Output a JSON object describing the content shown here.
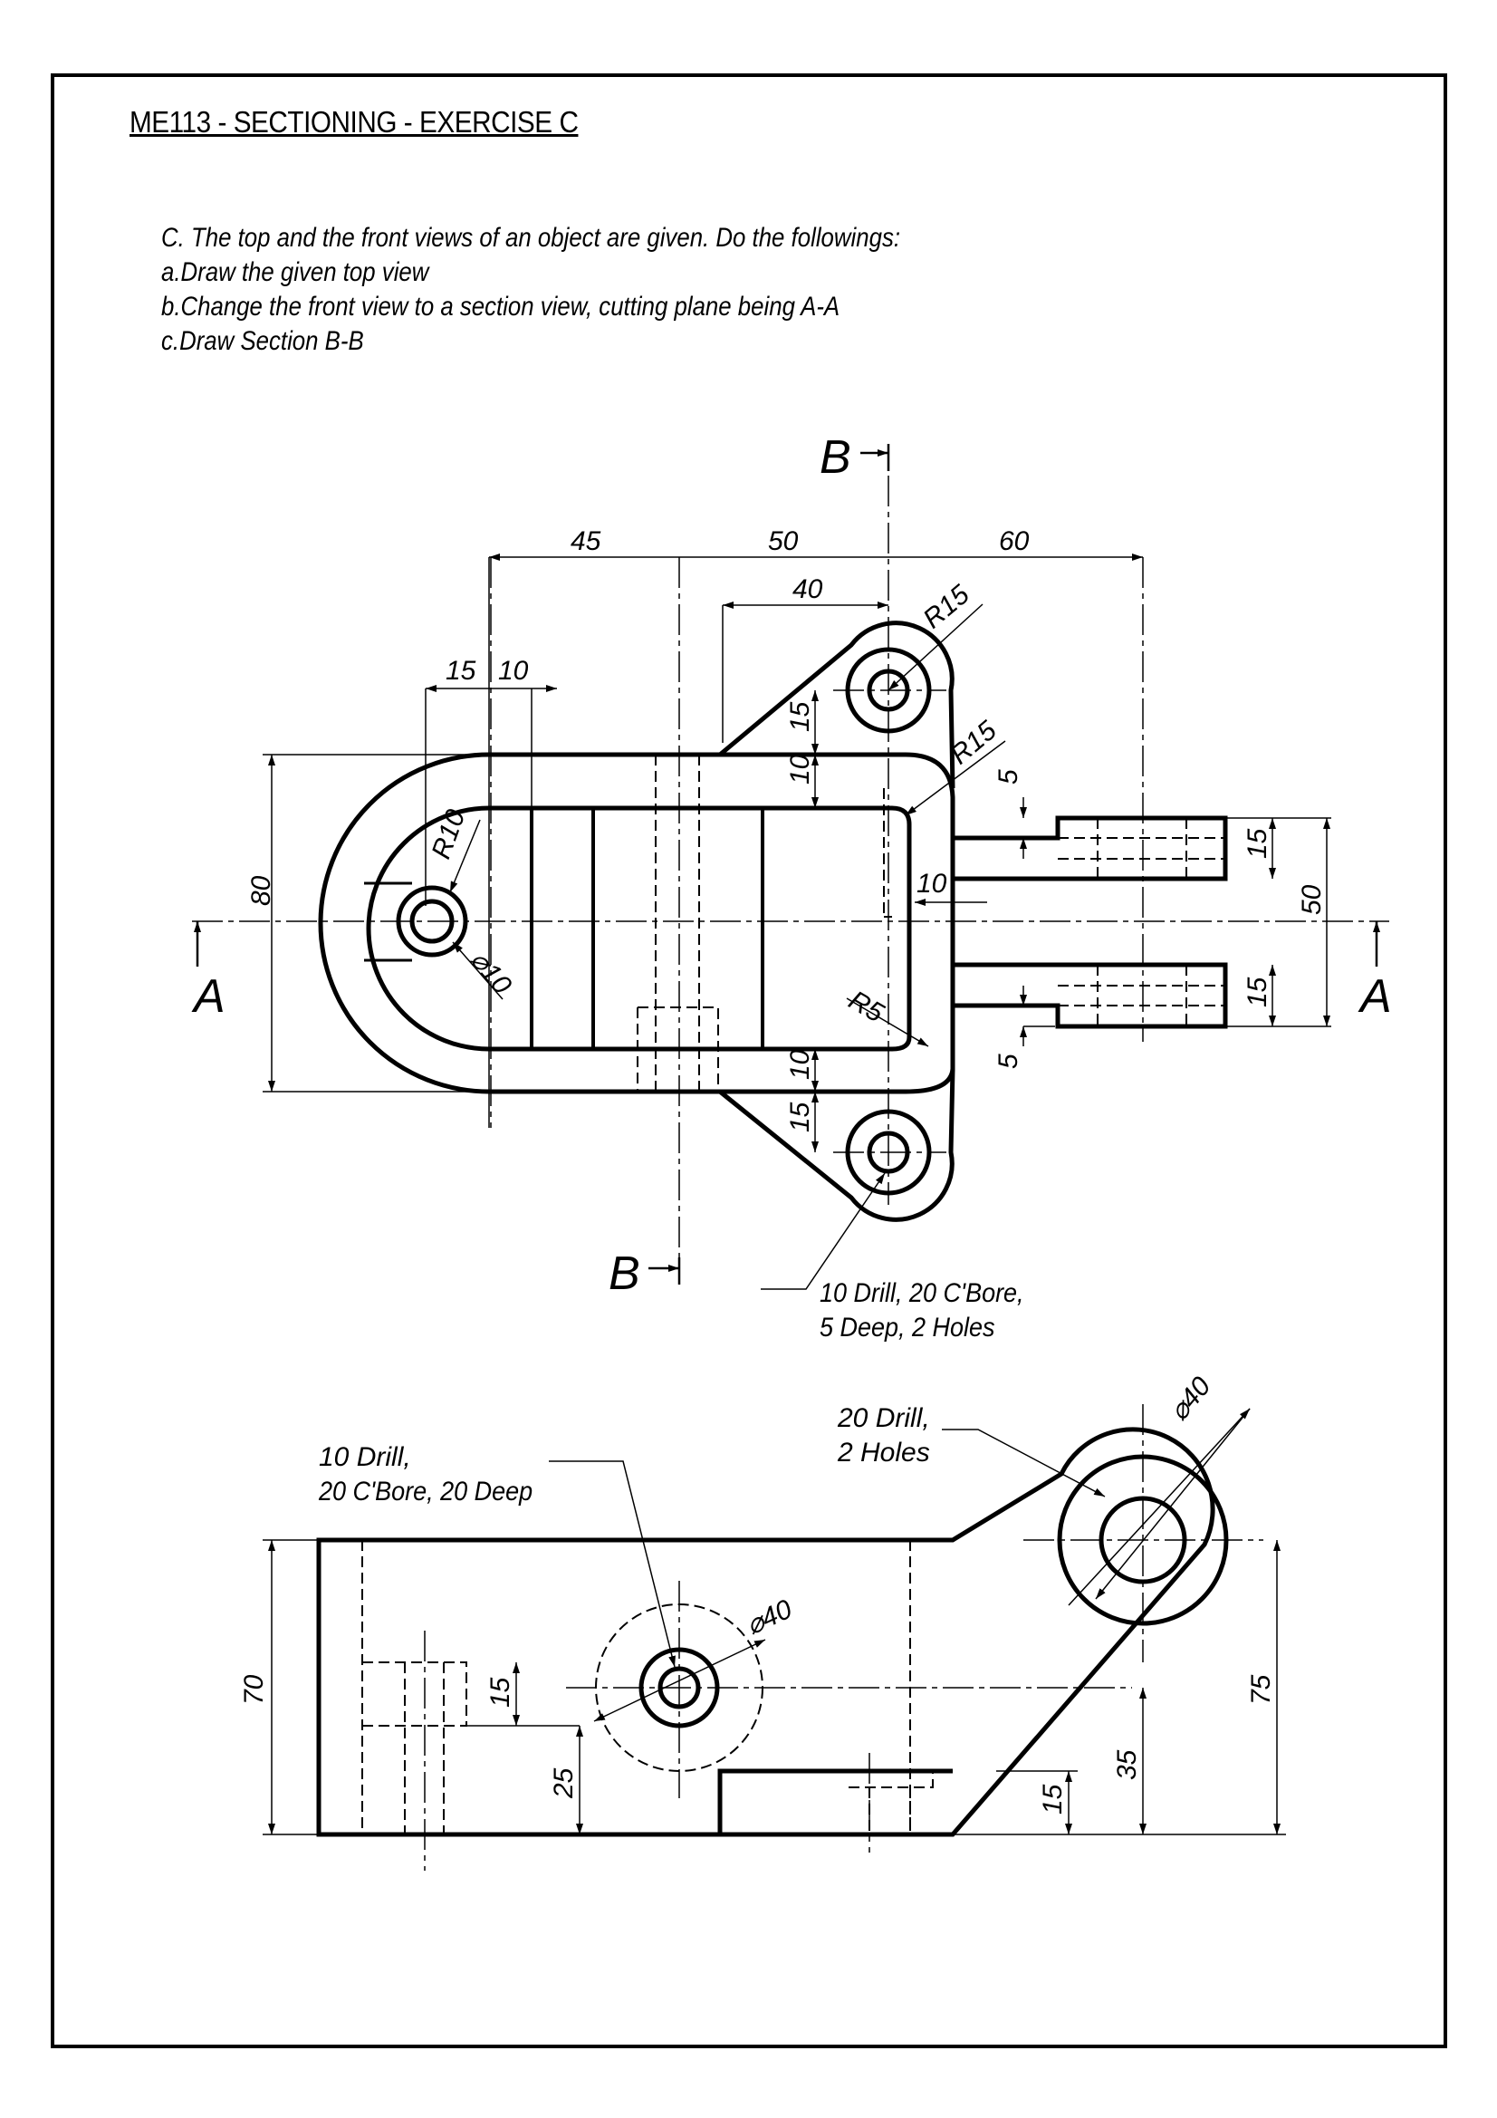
{
  "header": {
    "title": "ME113 - SECTIONING - EXERCISE C"
  },
  "instructions": [
    "C. The top and the front views of an object are given. Do the followings:",
    "a.Draw the given top view",
    "b.Change the front view to a section view, cutting plane being A-A",
    "c.Draw Section B-B"
  ],
  "top_view": {
    "section_labels": {
      "b": "B",
      "a": "A"
    },
    "dims": {
      "d45": "45",
      "d50": "50",
      "d60": "60",
      "d40": "40",
      "d15": "15",
      "d10": "10",
      "d80": "80",
      "d50v": "50",
      "r15": "R15",
      "r10": "R10",
      "r5": "R5",
      "dia10": "⌀10",
      "d5": "5"
    },
    "note_line1": "10 Drill, 20 C'Bore,",
    "note_line2": "5 Deep, 2 Holes"
  },
  "front_view": {
    "note_left_1": "10 Drill,",
    "note_left_2": "20 C'Bore, 20 Deep",
    "note_right_1": "20 Drill,",
    "note_right_2": "2 Holes",
    "dims": {
      "d70": "70",
      "d15": "15",
      "d25": "25",
      "dia40": "⌀40",
      "d35": "35",
      "d75": "75"
    }
  }
}
